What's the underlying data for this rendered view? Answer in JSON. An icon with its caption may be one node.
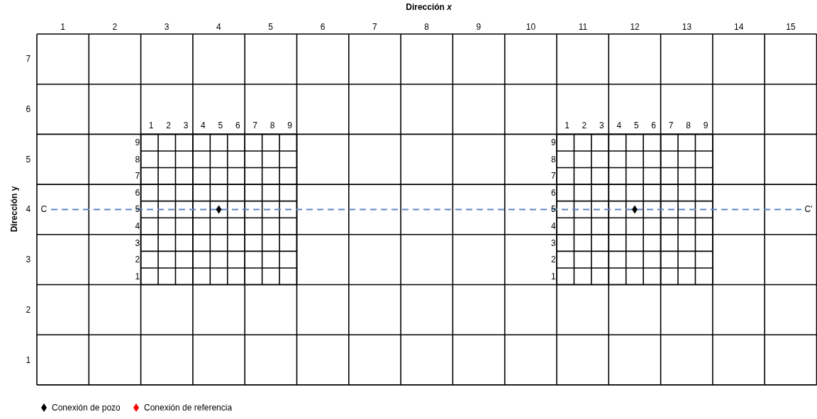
{
  "diagram": {
    "labels": [
      "Dirección *x*",
      "1",
      "2",
      "3",
      "4",
      "5",
      "6",
      "7",
      "8",
      "9",
      "10",
      "11",
      "12",
      "13",
      "14",
      "15",
      "Dirección y",
      "7",
      "6",
      "5",
      "4",
      "3",
      "2",
      "1",
      "1",
      "2",
      "3",
      "4",
      "5",
      "6",
      "7",
      "8",
      "9",
      "1",
      "2",
      "3",
      "4",
      "5",
      "6",
      "7",
      "8",
      "9",
      "9",
      "8",
      "7",
      "6",
      "5",
      "4",
      "3",
      "2",
      "1",
      "9",
      "8",
      "7",
      "6",
      "5",
      "4",
      "3",
      "2",
      "1",
      "C",
      "C'"
    ],
    "legend": [
      {
        "text": "Conexión de pozo",
        "color": "#000000"
      },
      {
        "text": "Conexión de referencia",
        "color": "#ff0000"
      }
    ]
  }
}
